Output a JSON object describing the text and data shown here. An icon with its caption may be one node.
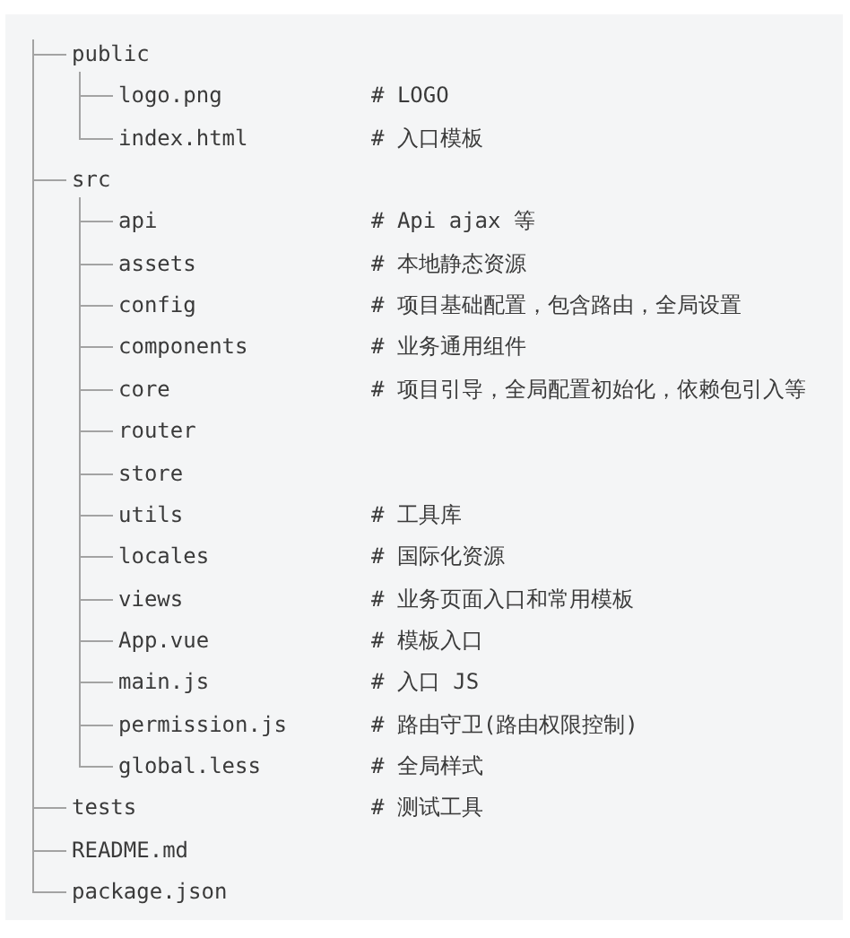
{
  "diagram": {
    "nodes": [
      {
        "text": [
          "public"
        ]
      },
      {
        "text": [
          "logo.png"
        ],
        "beside": [
          "# LOGO"
        ]
      },
      {
        "text": [
          "index.html"
        ],
        "beside": [
          "# 入口模板"
        ]
      },
      {
        "text": [
          "src"
        ]
      },
      {
        "text": [
          "api"
        ],
        "beside": [
          "# Api ajax 等"
        ]
      },
      {
        "text": [
          "assets"
        ],
        "beside": [
          "# 本地静态资源"
        ]
      },
      {
        "text": [
          "config"
        ],
        "beside": [
          "# 项目基础配置，包含路由，全局设置"
        ]
      },
      {
        "text": [
          "components"
        ],
        "beside": [
          "# 业务通用组件"
        ]
      },
      {
        "text": [
          "core"
        ],
        "beside": [
          "# 项目引导，全局配置初始化，依赖包引入等"
        ]
      },
      {
        "text": [
          "router"
        ]
      },
      {
        "text": [
          "store"
        ]
      },
      {
        "text": [
          "utils"
        ],
        "beside": [
          "# 工具库"
        ]
      },
      {
        "text": [
          "locales"
        ],
        "beside": [
          "# 国际化资源"
        ]
      },
      {
        "text": [
          "views"
        ],
        "beside": [
          "# 业务页面入口和常用模板"
        ]
      },
      {
        "text": [
          "App.vue"
        ],
        "beside": [
          "# 模板入口"
        ]
      },
      {
        "text": [
          "main.js"
        ],
        "beside": [
          "# 入口 JS"
        ]
      },
      {
        "text": [
          "permission.js"
        ],
        "beside": [
          "# 路由守卫(路由权限控制)"
        ]
      },
      {
        "text": [
          "global.less"
        ],
        "beside": [
          "# 全局样式"
        ]
      },
      {
        "text": [
          "tests"
        ],
        "beside": [
          "# 测试工具"
        ]
      },
      {
        "text": [
          "README.md"
        ]
      },
      {
        "text": [
          "package.json"
        ]
      }
    ],
    "edges": [
      {
        "from": null,
        "to": 0,
        "arrow": "none"
      },
      {
        "from": 0,
        "to": 1,
        "arrow": "none"
      },
      {
        "from": 0,
        "to": 2,
        "arrow": "none"
      },
      {
        "from": null,
        "to": 3,
        "arrow": "none"
      },
      {
        "from": 3,
        "to": 4,
        "arrow": "none"
      },
      {
        "from": 3,
        "to": 5,
        "arrow": "none"
      },
      {
        "from": 3,
        "to": 6,
        "arrow": "none"
      },
      {
        "from": 3,
        "to": 7,
        "arrow": "none"
      },
      {
        "from": 3,
        "to": 8,
        "arrow": "none"
      },
      {
        "from": 3,
        "to": 9,
        "arrow": "none"
      },
      {
        "from": 3,
        "to": 10,
        "arrow": "none"
      },
      {
        "from": 3,
        "to": 11,
        "arrow": "none"
      },
      {
        "from": 3,
        "to": 12,
        "arrow": "none"
      },
      {
        "from": 3,
        "to": 13,
        "arrow": "none"
      },
      {
        "from": 3,
        "to": 14,
        "arrow": "none"
      },
      {
        "from": 3,
        "to": 15,
        "arrow": "none"
      },
      {
        "from": 3,
        "to": 16,
        "arrow": "none"
      },
      {
        "from": 3,
        "to": 17,
        "arrow": "none"
      },
      {
        "from": null,
        "to": 18,
        "arrow": "none"
      },
      {
        "from": null,
        "to": 19,
        "arrow": "none"
      },
      {
        "from": null,
        "to": 20,
        "arrow": "none"
      }
    ]
  }
}
